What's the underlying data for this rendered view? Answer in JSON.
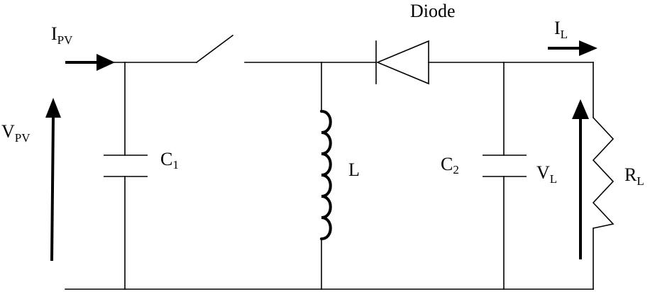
{
  "labels": {
    "diode": "Diode",
    "ipv_main": "I",
    "ipv_sub": "PV",
    "vpv_main": "V",
    "vpv_sub": "PV",
    "c1_main": "C",
    "c1_sub": "1",
    "inductor": "L",
    "c2_main": "C",
    "c2_sub": "2",
    "vl_main": "V",
    "vl_sub": "L",
    "il_main": "I",
    "il_sub": "L",
    "rl_main": "R",
    "rl_sub": "L"
  }
}
